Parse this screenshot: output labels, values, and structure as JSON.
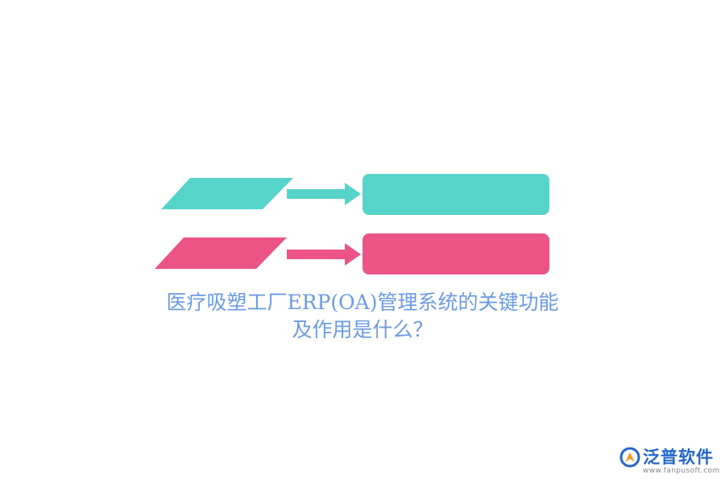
{
  "colors": {
    "teal": "#57d4c9",
    "pink": "#ec5486",
    "title": "#6b9be3",
    "logo_blue": "#2266cc",
    "logo_orange": "#f39a22",
    "logo_gray": "#888888"
  },
  "title": {
    "line1": "医疗吸塑工厂ERP(OA)管理系统的关键功能",
    "line2": "及作用是什么？"
  },
  "logo": {
    "name": "泛普软件",
    "url": "www.fanpusoft.com",
    "icon": "fanpu-logo-icon"
  }
}
